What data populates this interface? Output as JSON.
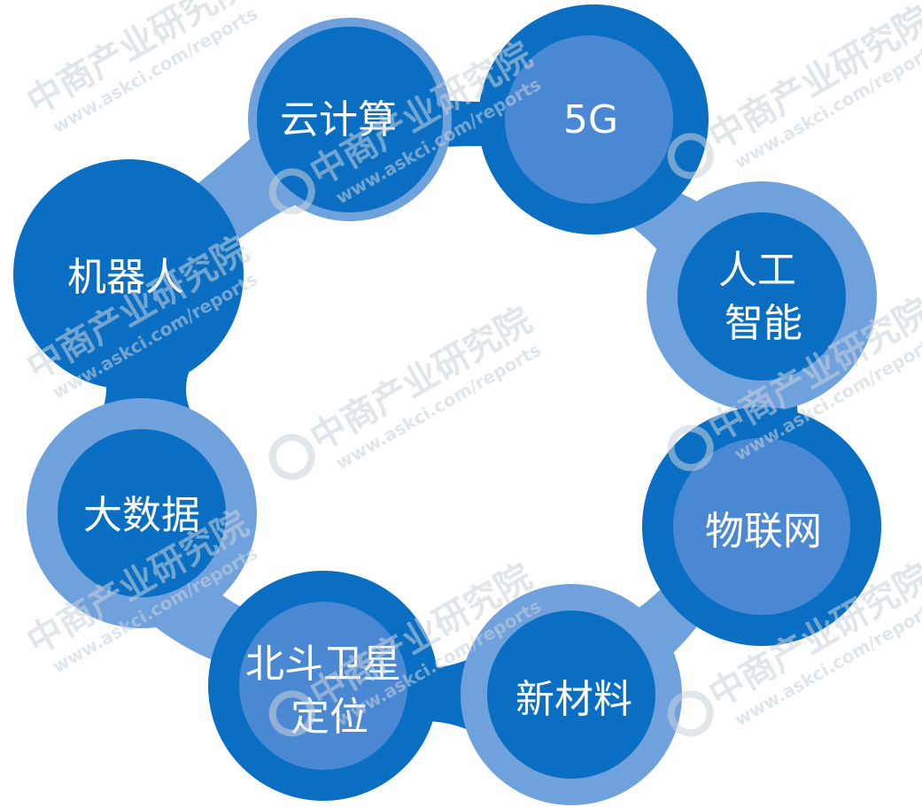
{
  "diagram": {
    "nodes": [
      {
        "id": "cloud",
        "lines": [
          "云计算"
        ]
      },
      {
        "id": "5g",
        "lines": [
          "5G"
        ]
      },
      {
        "id": "ai",
        "lines": [
          "人工",
          "智能"
        ]
      },
      {
        "id": "iot",
        "lines": [
          "物联网"
        ]
      },
      {
        "id": "newmat",
        "lines": [
          "新材料"
        ]
      },
      {
        "id": "beidou",
        "lines": [
          "北斗卫星",
          "定位"
        ]
      },
      {
        "id": "bigdata",
        "lines": [
          "大数据"
        ]
      },
      {
        "id": "robot",
        "lines": [
          "机器人"
        ]
      }
    ]
  },
  "watermark": {
    "text_cn": "中商产业研究院",
    "text_url": "www.askci.com/reports"
  },
  "colors": {
    "dark_blue": "#0A6FC2",
    "light_blue": "#6FA1DD",
    "mid_blue": "#4A88D3",
    "watermark": "#C9D1DA"
  }
}
